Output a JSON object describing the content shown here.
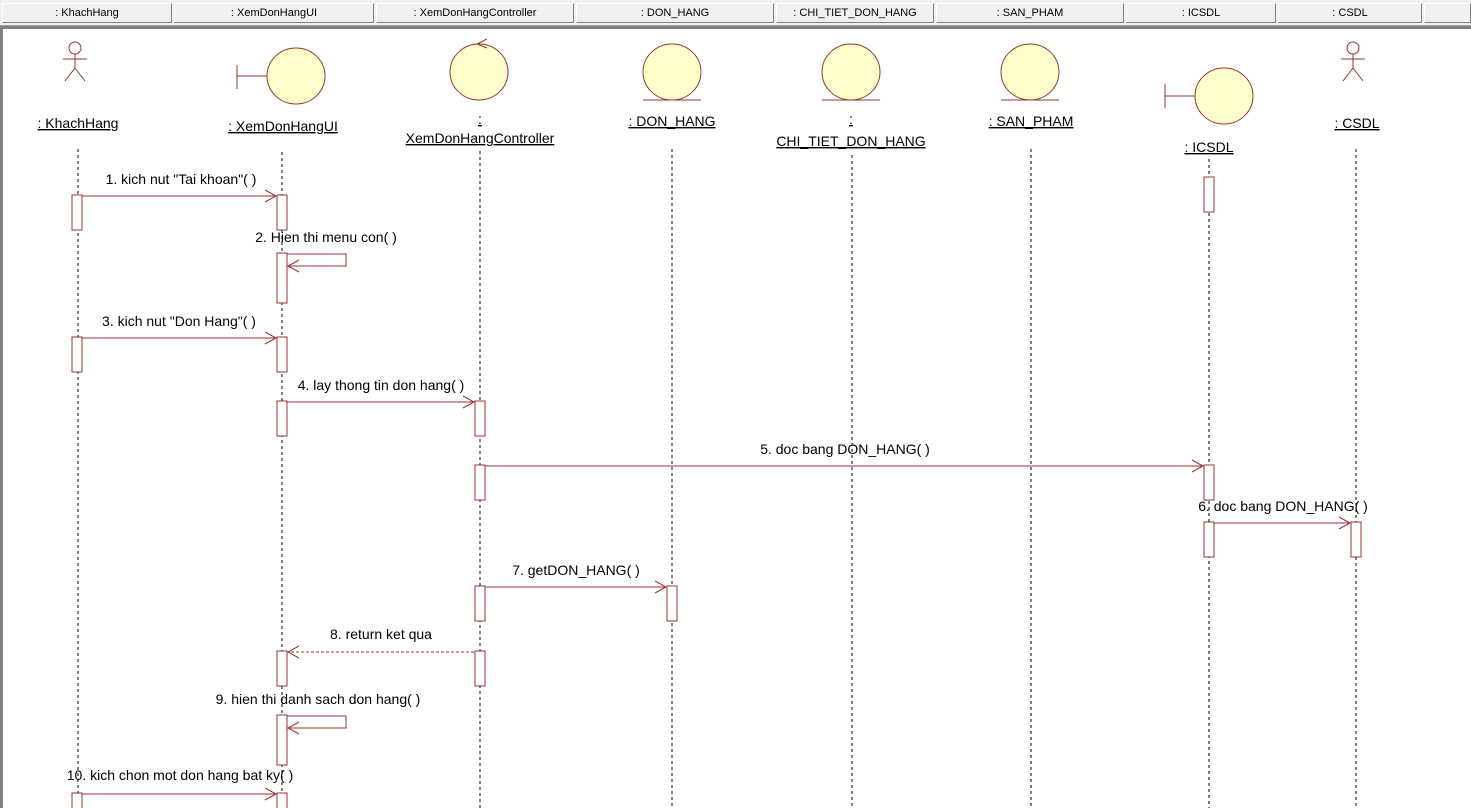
{
  "header": {
    "columns": [
      ": KhachHang",
      ": XemDonHangUI",
      ": XemDonHangController",
      ": DON_HANG",
      ": CHI_TIET_DON_HANG",
      ": SAN_PHAM",
      ": ICSDL",
      ": CSDL"
    ]
  },
  "diagram": {
    "lifelines": [
      {
        "kind": "actor",
        "label": ": KhachHang"
      },
      {
        "kind": "boundary",
        "label": ": XemDonHangUI"
      },
      {
        "kind": "control",
        "label": ":",
        "label2": "XemDonHangController"
      },
      {
        "kind": "entity",
        "label": ": DON_HANG"
      },
      {
        "kind": "entity",
        "label": ":",
        "label2": "CHI_TIET_DON_HANG"
      },
      {
        "kind": "entity",
        "label": ": SAN_PHAM"
      },
      {
        "kind": "boundary",
        "label": ": ICSDL"
      },
      {
        "kind": "actor",
        "label": ": CSDL"
      }
    ],
    "messages": [
      {
        "text": "1. kich nut \"Tai khoan\"( )",
        "from": 0,
        "to": 1,
        "kind": "sync"
      },
      {
        "text": "2. Hien thi menu con( )",
        "from": 1,
        "to": 1,
        "kind": "self"
      },
      {
        "text": "3. kich nut \"Don Hang\"( )",
        "from": 0,
        "to": 1,
        "kind": "sync"
      },
      {
        "text": "4. lay thong tin don hang( )",
        "from": 1,
        "to": 2,
        "kind": "sync"
      },
      {
        "text": "5. doc bang DON_HANG( )",
        "from": 2,
        "to": 6,
        "kind": "sync"
      },
      {
        "text": "6. doc bang DON_HANG( )",
        "from": 6,
        "to": 7,
        "kind": "sync"
      },
      {
        "text": "7. getDON_HANG( )",
        "from": 2,
        "to": 3,
        "kind": "sync"
      },
      {
        "text": "8. return ket qua",
        "from": 2,
        "to": 1,
        "kind": "return"
      },
      {
        "text": "9. hien thi danh sach don hang( )",
        "from": 1,
        "to": 1,
        "kind": "self"
      },
      {
        "text": "10. kich chon mot don hang bat ky( )",
        "from": 0,
        "to": 1,
        "kind": "sync"
      }
    ]
  }
}
